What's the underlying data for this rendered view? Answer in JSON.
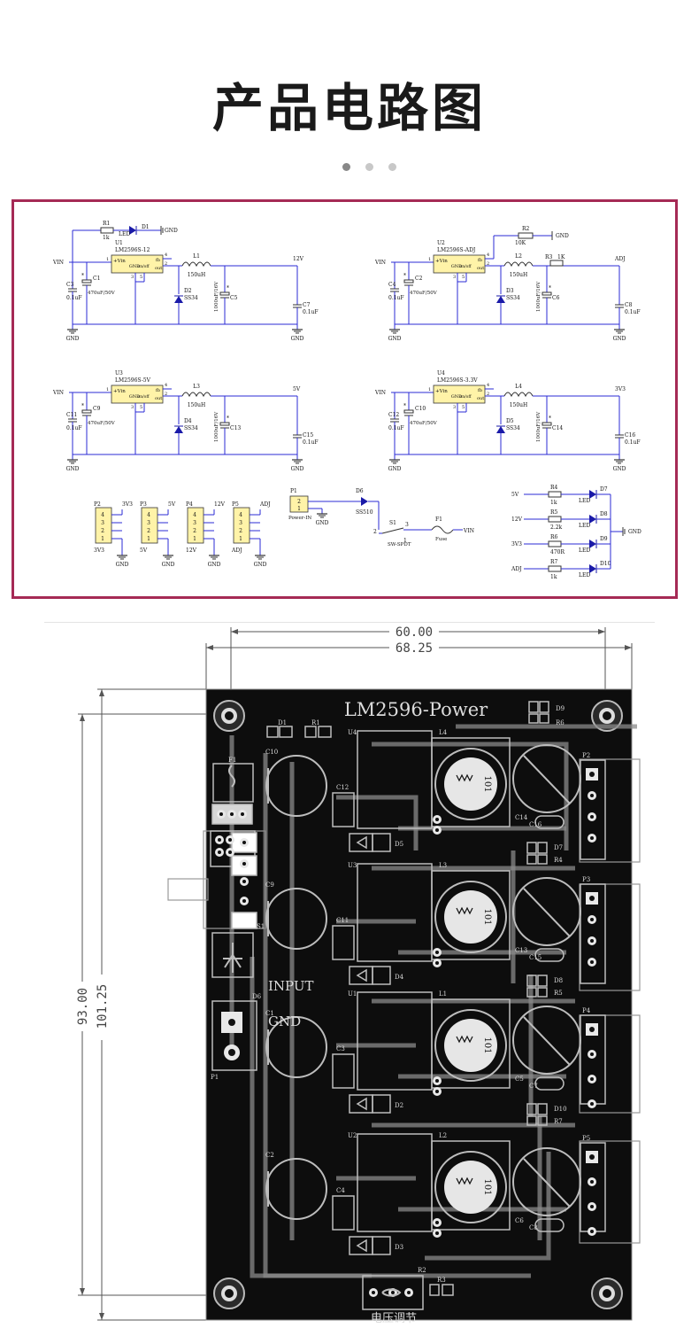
{
  "title": "产品电路图",
  "dots": [
    {
      "color": "#888888"
    },
    {
      "color": "#c8c8c8"
    },
    {
      "color": "#c8c8c8"
    }
  ],
  "colors": {
    "frame": "#a52a55",
    "wire": "#2b2bd6",
    "chip": "#fff3a8",
    "pcb": "#101010",
    "silk": "#bdbdbd"
  },
  "schematic": {
    "blocks": [
      {
        "ref": "U1",
        "part": "LM2596S-12",
        "in_cap": "C3",
        "in_cap_val": "0.1uF",
        "bulk": "C1",
        "bulk_val": "470uF/50V",
        "inductor": "L1",
        "ind_val": "150uH",
        "diode": "D2",
        "diode_part": "SS34",
        "out_cap": "C5",
        "out_cap_val": "1000uF/16V",
        "hf_cap": "C7",
        "hf_val": "0.1uF",
        "net": "12V"
      },
      {
        "ref": "U2",
        "part": "LM2596S-ADJ",
        "in_cap": "C4",
        "in_cap_val": "0.1uF",
        "bulk": "C2",
        "bulk_val": "470uF/50V",
        "inductor": "L2",
        "ind_val": "150uH",
        "diode": "D3",
        "diode_part": "SS34",
        "out_cap": "C6",
        "out_cap_val": "1000uF/16V",
        "hf_cap": "C8",
        "hf_val": "0.1uF",
        "net": "ADJ"
      },
      {
        "ref": "U3",
        "part": "LM2596S-5V",
        "in_cap": "C11",
        "in_cap_val": "0.1uF",
        "bulk": "C9",
        "bulk_val": "470uF/50V",
        "inductor": "L3",
        "ind_val": "150uH",
        "diode": "D4",
        "diode_part": "SS34",
        "out_cap": "C13",
        "out_cap_val": "1000uF/16V",
        "hf_cap": "C15",
        "hf_val": "0.1uF",
        "net": "5V"
      },
      {
        "ref": "U4",
        "part": "LM2596S-3.3V",
        "in_cap": "C12",
        "in_cap_val": "0.1uF",
        "bulk": "C10",
        "bulk_val": "470uF/50V",
        "inductor": "L4",
        "ind_val": "150uH",
        "diode": "D5",
        "diode_part": "SS34",
        "out_cap": "C14",
        "out_cap_val": "1000uF/16V",
        "hf_cap": "C16",
        "hf_val": "0.1uF",
        "net": "3V3"
      }
    ],
    "pins": {
      "vin": "+Vin",
      "gnd": "GND",
      "onoff": "on/off",
      "fb": "fb",
      "out": "out",
      "p1": "1",
      "p2": "2",
      "p3": "3",
      "p4": "4",
      "p5": "5"
    },
    "vin_label": "VIN",
    "gnd_label": "GND",
    "star": "*",
    "led_top": {
      "res": "R1",
      "res_val": "1k",
      "led": "D1",
      "led_label": "LED",
      "gnd": "GND"
    },
    "adj_net": {
      "pot": "R2",
      "pot_val": "10K",
      "res": "R3",
      "res_val": "1K",
      "gnd": "GND"
    },
    "headers": [
      {
        "ref": "P2",
        "net": "3V3",
        "label": "3V3"
      },
      {
        "ref": "P3",
        "net": "5V",
        "label": "5V"
      },
      {
        "ref": "P4",
        "net": "12V",
        "label": "12V"
      },
      {
        "ref": "P5",
        "net": "ADJ",
        "label": "ADJ"
      }
    ],
    "header_pins": [
      "4",
      "3",
      "2",
      "1"
    ],
    "power_in": {
      "ref": "P1",
      "label": "Power-IN",
      "pins": [
        "2",
        "1"
      ],
      "diode": "D6",
      "diode_part": "SS510",
      "switch": "S1",
      "switch_label": "SW-SPDT",
      "sw_pins": [
        "2",
        "1",
        "3"
      ],
      "fuse": "F1",
      "fuse_label": "Fuse",
      "out": "VIN"
    },
    "indicators": [
      {
        "net": "5V",
        "res": "R4",
        "val": "1k",
        "led": "D7",
        "label": "LED"
      },
      {
        "net": "12V",
        "res": "R5",
        "val": "2.2k",
        "led": "D8",
        "label": "LED"
      },
      {
        "net": "3V3",
        "res": "R6",
        "val": "470R",
        "led": "D9",
        "label": "LED"
      },
      {
        "net": "ADJ",
        "res": "R7",
        "val": "1k",
        "led": "D10",
        "label": "LED"
      }
    ],
    "ind_gnd": "GND"
  },
  "pcb": {
    "dims": {
      "width_inner": "60.00",
      "width_outer": "68.25",
      "height_inner": "93.00",
      "height_outer": "101.25"
    },
    "board_title": "LM2596-Power",
    "input_label": "INPUT",
    "gnd_label": "GND",
    "adjust_label": "电压调节",
    "ic_marking": "101",
    "refs": {
      "d1": "D1",
      "r1": "R1",
      "f1": "F1",
      "s1": "S1",
      "d6": "D6",
      "p1": "P1",
      "u4": "U4",
      "u3": "U3",
      "u1": "U1",
      "u2": "U2",
      "l4": "L4",
      "l3": "L3",
      "l1": "L1",
      "l2": "L2",
      "c10": "C10",
      "c12": "C12",
      "c9": "C9",
      "c11": "C11",
      "c1": "C1",
      "c3": "C3",
      "c2": "C2",
      "c4": "C4",
      "c14": "C14",
      "c13": "C13",
      "c5": "C5",
      "c6": "C6",
      "c16": "C16",
      "c15": "C15",
      "c7": "C7",
      "c8": "C8",
      "d5": "D5",
      "d4": "D4",
      "d2": "D2",
      "d3": "D3",
      "d9": "D9",
      "r6": "R6",
      "d7": "D7",
      "r4": "R4",
      "d8": "D8",
      "r5": "R5",
      "d10": "D10",
      "r7": "R7",
      "p2": "P2",
      "p3": "P3",
      "p4": "P4",
      "p5": "P5",
      "r2": "R2",
      "r3": "R3"
    }
  }
}
